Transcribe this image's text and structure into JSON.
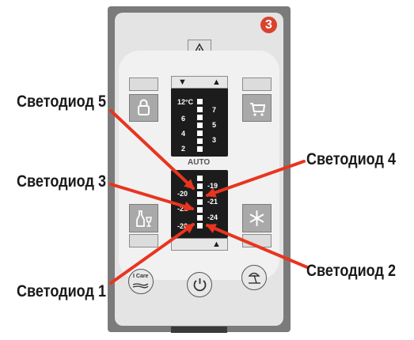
{
  "labels": {
    "led5": "Светодиод 5",
    "led3": "Светодиод 3",
    "led1": "Светодиод 1",
    "led4": "Светодиод 4",
    "led2": "Светодиод 2"
  },
  "panel": {
    "badge": "3",
    "mode_label": "AUTO",
    "top_scale": {
      "temp_unit": "12°C",
      "left": [
        "6",
        "4",
        "2"
      ],
      "right": [
        "7",
        "5",
        "3"
      ]
    },
    "bottom_scale": {
      "left": [
        "-20",
        "-22",
        "-26"
      ],
      "right": [
        "-19",
        "-21",
        "-24"
      ]
    },
    "icare_label": "I Care"
  },
  "icons": [
    "warning-icon",
    "lock-icon",
    "shopping-cart-icon",
    "bottle-glass-icon",
    "snowflake-icon",
    "hand-care-icon",
    "power-icon",
    "beach-icon",
    "arrow-up-icon",
    "arrow-down-icon"
  ],
  "colors": {
    "arrow": "#e8351f",
    "badge": "#d9432d",
    "panel_frame": "#7b7b7b",
    "display": "#1c1c1c"
  }
}
